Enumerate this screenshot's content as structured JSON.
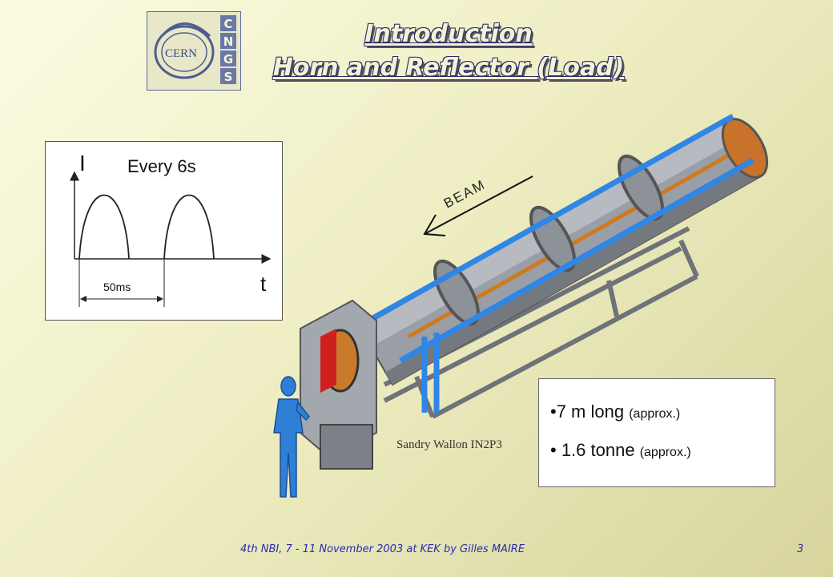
{
  "title": {
    "line1": "Introduction",
    "line2": "Horn and Reflector (Load)"
  },
  "logo": {
    "left_text": "CERN",
    "right_letters": [
      "C",
      "N",
      "G",
      "S"
    ]
  },
  "waveform": {
    "y_label": "I",
    "x_label": "t",
    "period_label": "Every 6s",
    "pulse_label": "50ms"
  },
  "figure": {
    "beam_label": "BEAM",
    "credit": "Sandry Wallon IN2P3"
  },
  "specs": {
    "items": [
      {
        "main": "•7 m long",
        "note": "(approx.)"
      },
      {
        "main": "• 1.6 tonne",
        "note": "(approx.)"
      }
    ]
  },
  "footer": {
    "text": "4th NBI, 7 - 11 November 2003 at KEK by Gilles MAIRE",
    "page": "3"
  },
  "colors": {
    "accent_blue": "#2f86e6",
    "horn_grey": "#8a8e95",
    "title_outline": "#2b2b66",
    "footer_blue": "#2a2ab0"
  }
}
